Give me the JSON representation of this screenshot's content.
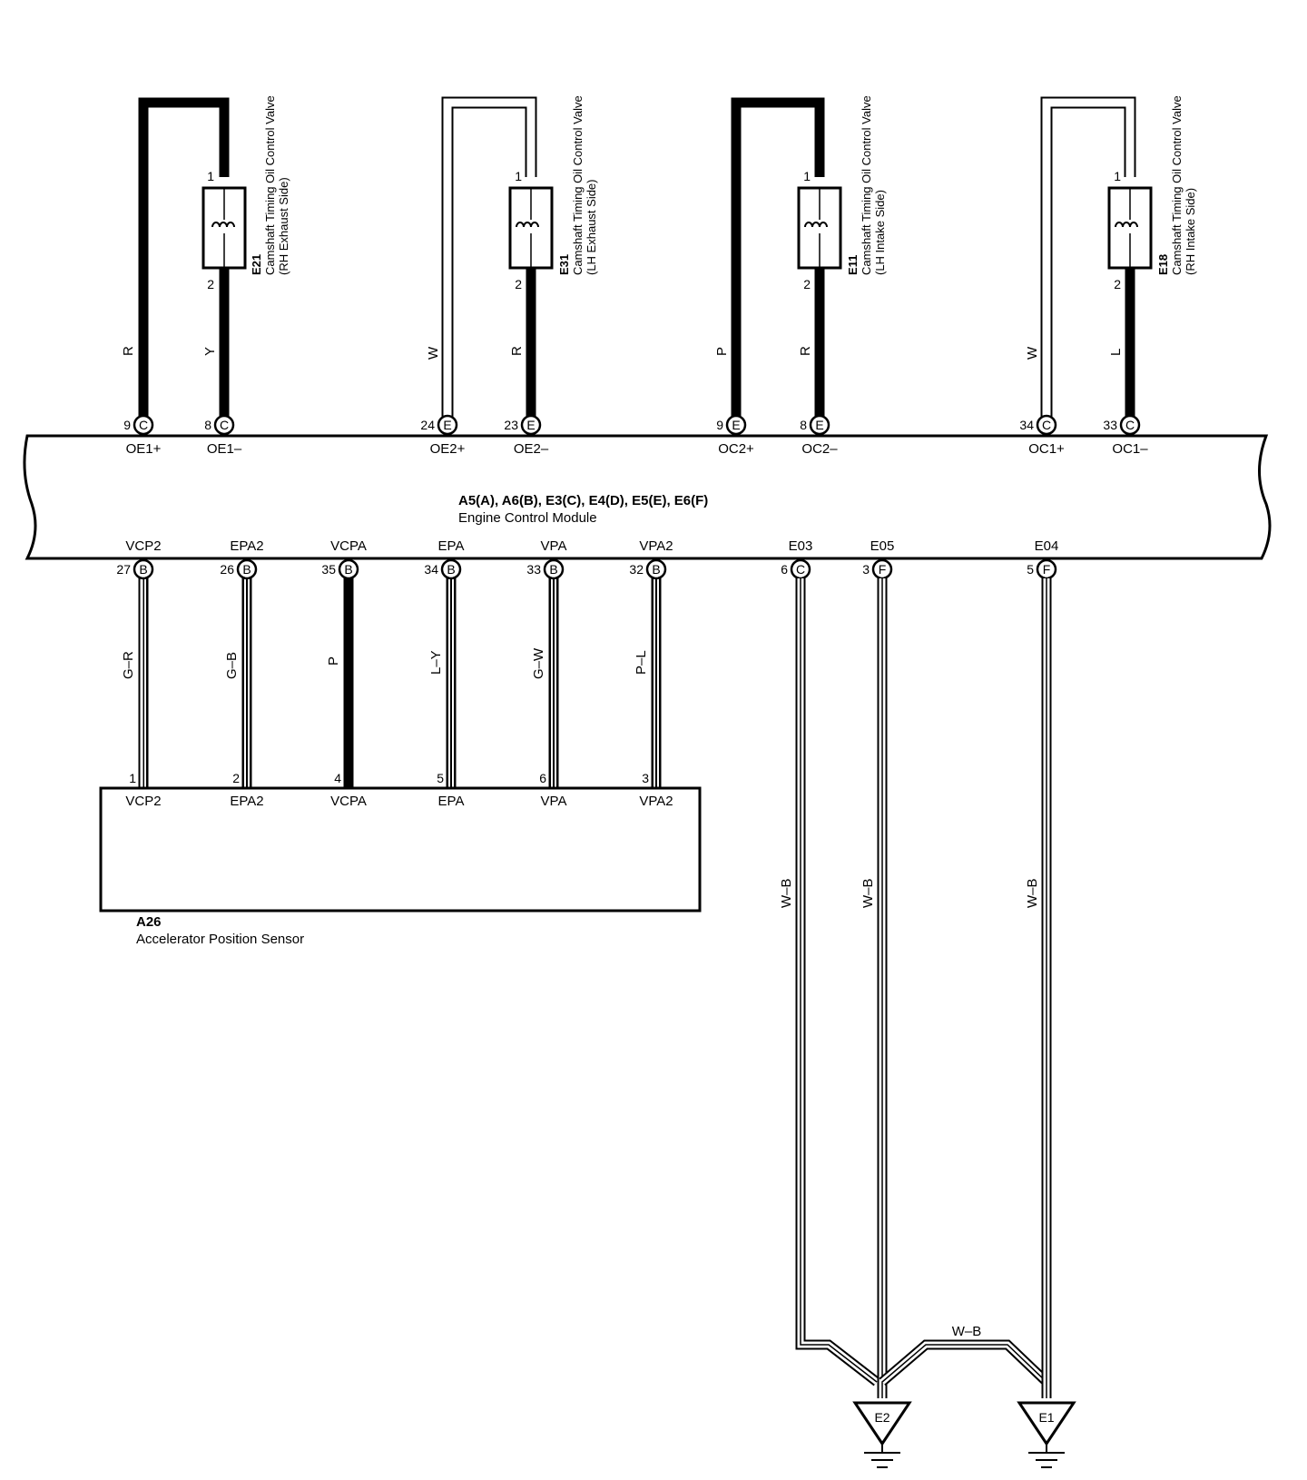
{
  "ecm": {
    "connectors_label": "A5(A), A6(B), E3(C), E4(D), E5(E), E6(F)",
    "name": "Engine Control Module",
    "top_terminals": [
      {
        "pin": "9",
        "conn": "C",
        "label": "OE1+"
      },
      {
        "pin": "8",
        "conn": "C",
        "label": "OE1–"
      },
      {
        "pin": "24",
        "conn": "E",
        "label": "OE2+"
      },
      {
        "pin": "23",
        "conn": "E",
        "label": "OE2–"
      },
      {
        "pin": "9",
        "conn": "E",
        "label": "OC2+"
      },
      {
        "pin": "8",
        "conn": "E",
        "label": "OC2–"
      },
      {
        "pin": "34",
        "conn": "C",
        "label": "OC1+"
      },
      {
        "pin": "33",
        "conn": "C",
        "label": "OC1–"
      }
    ],
    "bottom_terminals": [
      {
        "pin": "27",
        "conn": "B",
        "label": "VCP2"
      },
      {
        "pin": "26",
        "conn": "B",
        "label": "EPA2"
      },
      {
        "pin": "35",
        "conn": "B",
        "label": "VCPA"
      },
      {
        "pin": "34",
        "conn": "B",
        "label": "EPA"
      },
      {
        "pin": "33",
        "conn": "B",
        "label": "VPA"
      },
      {
        "pin": "32",
        "conn": "B",
        "label": "VPA2"
      },
      {
        "pin": "6",
        "conn": "C",
        "label": "E03"
      },
      {
        "pin": "3",
        "conn": "F",
        "label": "E05"
      },
      {
        "pin": "5",
        "conn": "F",
        "label": "E04"
      }
    ]
  },
  "valves": [
    {
      "code": "E21",
      "name": "Camshaft Timing Oil Control Valve",
      "side": "(RH Exhaust Side)",
      "pin1": "1",
      "pin2": "2",
      "wire_plus": "R",
      "wire_minus": "Y"
    },
    {
      "code": "E31",
      "name": "Camshaft Timing Oil Control Valve",
      "side": "(LH Exhaust Side)",
      "pin1": "1",
      "pin2": "2",
      "wire_plus": "W",
      "wire_minus": "R"
    },
    {
      "code": "E11",
      "name": "Camshaft Timing Oil Control Valve",
      "side": "(LH Intake Side)",
      "pin1": "1",
      "pin2": "2",
      "wire_plus": "P",
      "wire_minus": "R"
    },
    {
      "code": "E18",
      "name": "Camshaft Timing Oil Control Valve",
      "side": "(RH Intake Side)",
      "pin1": "1",
      "pin2": "2",
      "wire_plus": "W",
      "wire_minus": "L"
    }
  ],
  "sensor": {
    "code": "A26",
    "name": "Accelerator Position Sensor",
    "terminals": [
      {
        "pin": "1",
        "label": "VCP2",
        "wire": "G–R"
      },
      {
        "pin": "2",
        "label": "EPA2",
        "wire": "G–B"
      },
      {
        "pin": "4",
        "label": "VCPA",
        "wire": "P"
      },
      {
        "pin": "5",
        "label": "EPA",
        "wire": "L–Y"
      },
      {
        "pin": "6",
        "label": "VPA",
        "wire": "G–W"
      },
      {
        "pin": "3",
        "label": "VPA2",
        "wire": "P–L"
      }
    ]
  },
  "grounds": {
    "wire_e03": "W–B",
    "wire_e05": "W–B",
    "wire_e04": "W–B",
    "wire_link": "W–B",
    "e2": "E2",
    "e1": "E1"
  }
}
